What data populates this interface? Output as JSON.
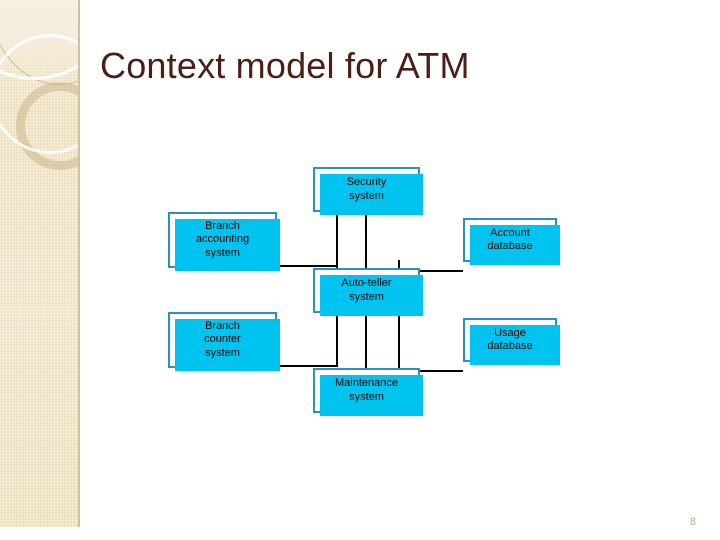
{
  "slide": {
    "title": "Context model for ATM",
    "page_number": "8",
    "title_color": "#4a2016",
    "sidebar_color": "#efe1c0",
    "node_border_color": "#2b8fc4",
    "node_shadow_color": "#00c4ef",
    "connector_color": "#000000"
  },
  "diagram": {
    "type": "context-model",
    "center_node": "Auto-teller system",
    "nodes": [
      {
        "id": "security",
        "label": "Security\nsystem"
      },
      {
        "id": "branch-acct",
        "label": "Branch\naccounting\nsystem"
      },
      {
        "id": "account-db",
        "label": "Account\ndatabase"
      },
      {
        "id": "autoteller",
        "label": "Auto-teller\nsystem"
      },
      {
        "id": "branch-counter",
        "label": "Branch\ncounter\nsystem"
      },
      {
        "id": "usage-db",
        "label": "Usage\ndatabase"
      },
      {
        "id": "maintenance",
        "label": "Maintenance\nsystem"
      }
    ],
    "connections": [
      {
        "from": "security",
        "to": "autoteller"
      },
      {
        "from": "branch-acct",
        "to": "autoteller"
      },
      {
        "from": "account-db",
        "to": "autoteller"
      },
      {
        "from": "branch-counter",
        "to": "autoteller"
      },
      {
        "from": "usage-db",
        "to": "autoteller"
      },
      {
        "from": "maintenance",
        "to": "autoteller"
      }
    ]
  }
}
